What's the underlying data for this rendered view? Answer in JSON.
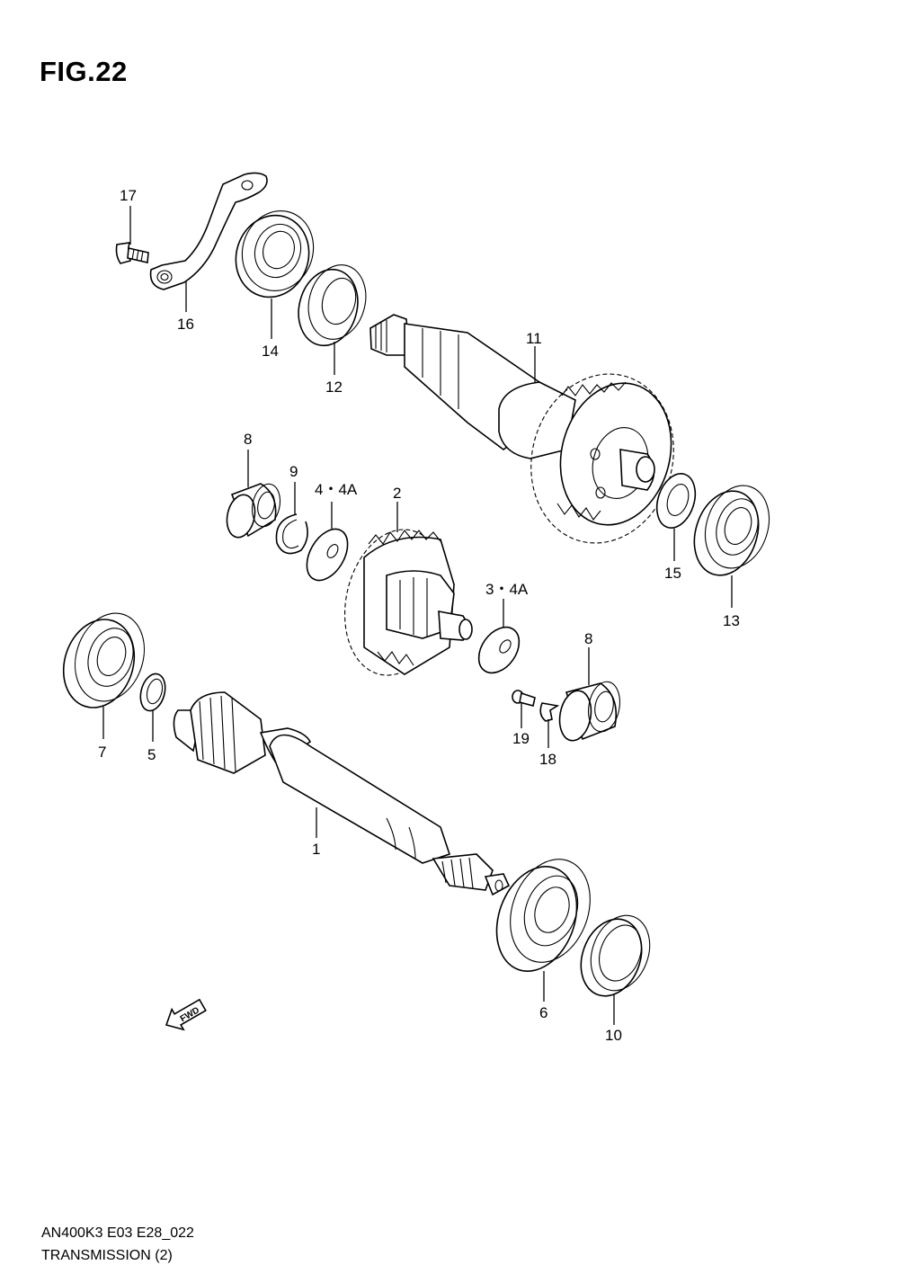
{
  "figure": {
    "title": "FIG.22"
  },
  "callouts": {
    "c1": "1",
    "c2": "2",
    "c3": "3・4A",
    "c4": "4・4A",
    "c5": "5",
    "c6": "6",
    "c7": "7",
    "c8a": "8",
    "c8b": "8",
    "c9": "9",
    "c10": "10",
    "c11": "11",
    "c12": "12",
    "c13": "13",
    "c14": "14",
    "c15": "15",
    "c16": "16",
    "c17": "17",
    "c18": "18",
    "c19": "19"
  },
  "fwd_arrow": {
    "label": "FWD"
  },
  "footer": {
    "model_code": "AN400K3 E03 E28_022",
    "section": "TRANSMISSION (2)"
  }
}
